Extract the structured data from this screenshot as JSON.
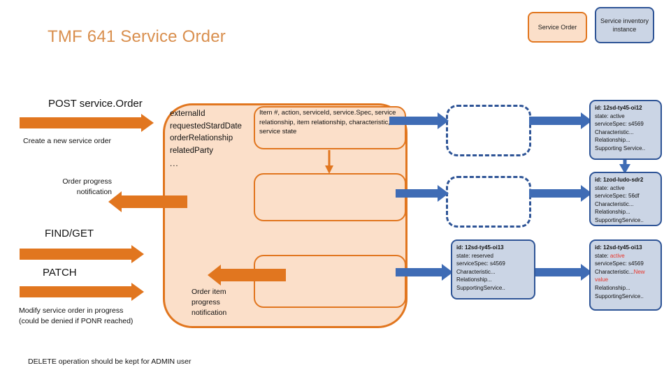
{
  "title": "TMF 641 Service Order",
  "colors": {
    "orange": "#E1761F",
    "orange_fill": "#FBDFC9",
    "blue": "#2E5496",
    "blue_fill": "#CBD5E5",
    "blue_arrow": "#3F6CB5",
    "title": "#D98F4E",
    "highlight": "#E8352A"
  },
  "legend": {
    "service_order": "Service Order",
    "service_inventory": "Service inventory instance"
  },
  "operations": {
    "post_label": "POST service.Order",
    "post_desc": "Create a new service order",
    "find_get_label": "FIND/GET",
    "patch_label": "PATCH",
    "patch_desc": "Modify service order in progress (could be denied if PONR reached)",
    "delete_note": "DELETE operation should be kept for ADMIN user",
    "order_progress_notification": "Order progress notification",
    "order_item_progress_notification": "Order item progress notification"
  },
  "service_order": {
    "attributes": "externalId requestedStardDate orderRelationship relatedParty",
    "attributes_lines": [
      "externalId",
      "requestedStardDate",
      "orderRelationship",
      "relatedParty"
    ],
    "ellipsis": "...",
    "order_item_1_text": "Item #,  action, serviceId, service.Spec, service relationship, item relationship, characteristic, service state",
    "order_item_2_text": "",
    "order_item_3_text": ""
  },
  "inventory_instances": [
    {
      "name": "inventory-instance-oi12",
      "id_label": "id:",
      "id_value": "12sd-ty45-oi12",
      "state_label": "state:",
      "state_value": "active",
      "state_highlight": false,
      "spec_label": "serviceSpec:",
      "spec_value": "s4569",
      "characteristic": "Characteristic...",
      "characteristic_extra": "",
      "relationship": "Relationship...",
      "supporting": "Supporting Service.."
    },
    {
      "name": "inventory-instance-sdr2",
      "id_label": "id:",
      "id_value": "1zod-ludo-sdr2",
      "state_label": "state:",
      "state_value": "active",
      "state_highlight": false,
      "spec_label": "serviceSpec:",
      "spec_value": "56df",
      "characteristic": "Characteristic...",
      "characteristic_extra": "",
      "relationship": "Relationship...",
      "supporting": "SupportingService.."
    },
    {
      "name": "inventory-instance-oi13-reserved",
      "id_label": "id:",
      "id_value": "12sd-ty45-oi13",
      "state_label": "state:",
      "state_value": "reserved",
      "state_highlight": false,
      "spec_label": "serviceSpec:",
      "spec_value": "s4569",
      "characteristic": "Characteristic...",
      "characteristic_extra": "",
      "relationship": "Relationship...",
      "supporting": "SupportingService.."
    },
    {
      "name": "inventory-instance-oi13-active",
      "id_label": "id:",
      "id_value": "12sd-ty45-oi13",
      "state_label": "state:",
      "state_value": "active",
      "state_highlight": true,
      "spec_label": "serviceSpec:",
      "spec_value": "s4569",
      "characteristic": "Characteristic...",
      "characteristic_extra": "New value",
      "relationship": "Relationship...",
      "supporting": "SupportingService.."
    }
  ]
}
